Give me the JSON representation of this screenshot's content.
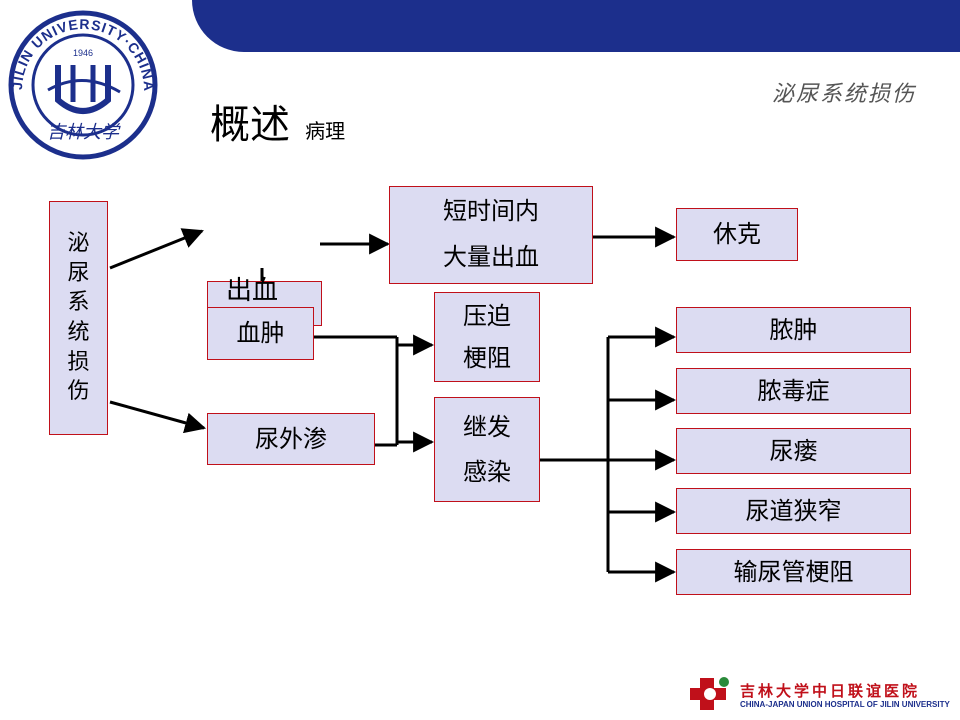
{
  "header": {
    "title": "泌尿系统损伤"
  },
  "slide": {
    "title": "概述",
    "subtitle": "病理"
  },
  "logo": {
    "ring_text": "JILIN UNIVERSITY·CHINA",
    "year": "1946",
    "script": "吉林大学"
  },
  "diagram": {
    "source": "泌尿系统损伤",
    "overlay_text": "出血",
    "bleeding_label": "出血",
    "hematoma": "血肿",
    "extravasation": "尿外渗",
    "short_bleed": [
      "短时间内",
      "大量出血"
    ],
    "shock": "休克",
    "compression": [
      "压迫",
      "梗阻"
    ],
    "infection": [
      "继发",
      "感染"
    ],
    "outcomes": [
      "脓肿",
      "脓毒症",
      "尿瘘",
      "尿道狭窄",
      "输尿管梗阻"
    ]
  },
  "footer": {
    "hospital_cn": "吉林大学中日联谊医院",
    "hospital_en": "CHINA-JAPAN UNION HOSPITAL OF JILIN UNIVERSITY"
  },
  "colors": {
    "brand_blue": "#1c2f8c",
    "box_fill": "#dcdcf2",
    "box_border": "#c0101a"
  }
}
